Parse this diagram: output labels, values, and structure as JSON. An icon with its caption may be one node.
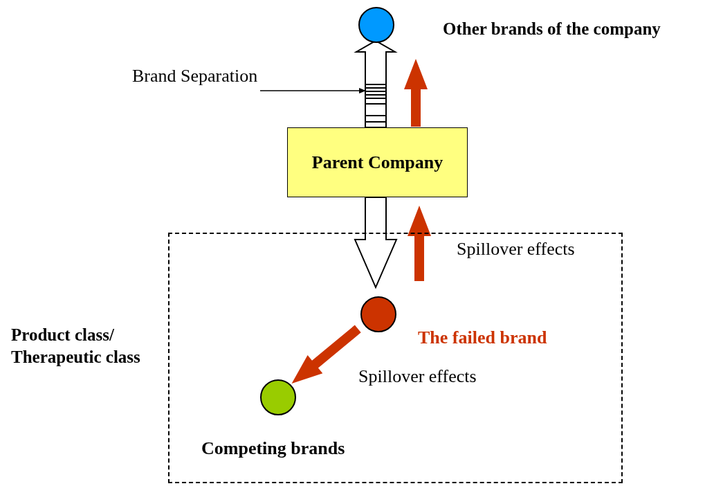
{
  "diagram": {
    "nodes": [
      {
        "text": [
          "Product class/ Therapeutic class"
        ]
      },
      {
        "text": [
          "Parent Company"
        ]
      },
      {
        "text": [],
        "shape": "circle",
        "beside": [
          "Other brands of the company"
        ]
      },
      {
        "text": [],
        "shape": "circle",
        "in": 0,
        "beside": [
          "The failed brand"
        ]
      },
      {
        "text": [],
        "shape": "circle",
        "in": 0,
        "beside": [
          "Competing brands"
        ]
      },
      {
        "text": [
          "Brand Separation"
        ]
      },
      {
        "text": [],
        "shape": "bar"
      }
    ],
    "edges": [
      {
        "from": 1,
        "to": 2,
        "arrow": "to"
      },
      {
        "from": 1,
        "to": 3,
        "arrow": "to"
      },
      {
        "from": 1,
        "to": 2,
        "arrow": "to",
        "style": "thick",
        "color": "#cc3300"
      },
      {
        "from": 3,
        "to": 1,
        "arrow": "to",
        "style": "thick",
        "color": "#cc3300",
        "label": "Spillover effects"
      },
      {
        "from": 3,
        "to": 4,
        "arrow": "to",
        "style": "thick",
        "color": "#cc3300",
        "label": "Spillover effects"
      },
      {
        "from": 5,
        "to": 6,
        "arrow": "to"
      }
    ]
  }
}
